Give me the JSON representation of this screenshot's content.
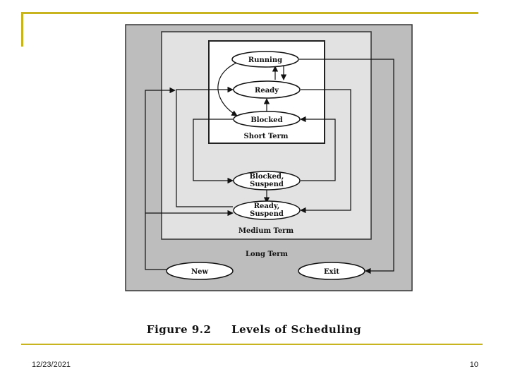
{
  "slide": {
    "date": "12/23/2021",
    "page_number": "10",
    "caption_figure": "Figure 9.2",
    "caption_title": "Levels of Scheduling"
  },
  "regions": {
    "short_term": "Short Term",
    "medium_term": "Medium Term",
    "long_term": "Long Term"
  },
  "states": {
    "running": "Running",
    "ready": "Ready",
    "blocked": "Blocked",
    "blocked_suspend_line1": "Blocked,",
    "blocked_suspend_line2": "Suspend",
    "ready_suspend_line1": "Ready,",
    "ready_suspend_line2": "Suspend",
    "new": "New",
    "exit": "Exit"
  },
  "colors": {
    "accent_rule": "#c8b41e",
    "long_term_fill": "#bdbdbd",
    "medium_term_fill": "#e2e2e2",
    "short_term_fill": "#ffffff"
  }
}
